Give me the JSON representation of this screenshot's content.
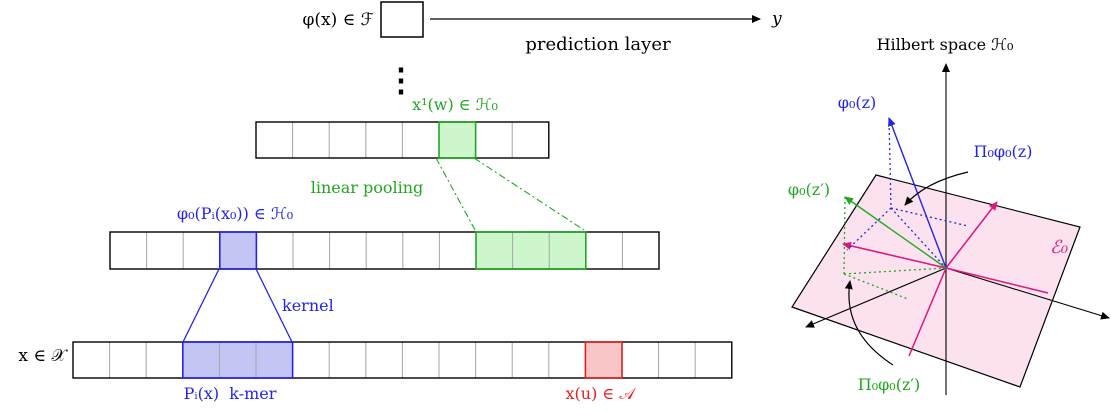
{
  "colors": {
    "black": "#000000",
    "grey": "#a6a6a6",
    "blue": "#2424e6",
    "blue_fill": "#c4c4f5",
    "green": "#22a722",
    "green_fill": "#cdf6cd",
    "red": "#e02020",
    "red_fill": "#f8c6c6",
    "magenta": "#e0157e",
    "plane_fill": "#fbe2ee"
  },
  "top": {
    "feature_label": "φ(x) ∈ ℱ",
    "prediction_label": "prediction layer",
    "output_label": "y",
    "ellipsis": "⋮"
  },
  "level1": {
    "label": "x¹(w) ∈ ℋ₀",
    "cells": 8,
    "highlight_index": 5
  },
  "level0": {
    "label": "φ₀(Pᵢ(x₀)) ∈ ℋ₀",
    "pooling_label": "linear pooling",
    "cells": 15,
    "kernel_cell_index": 3,
    "pooled_start": 10,
    "pooled_count": 3
  },
  "input": {
    "label": "x ∈ 𝒳",
    "kernel_label": "kernel",
    "kmer_label": "Pᵢ(x)  k-mer",
    "char_label": "x(u) ∈ 𝒜",
    "cells": 18,
    "kmer_start": 3,
    "kmer_count": 3,
    "char_index": 14
  },
  "hilbert": {
    "title": "Hilbert space ℋ₀",
    "phi_z": "φ₀(z)",
    "proj_z": "Π₀φ₀(z)",
    "phi_zp": "φ₀(z′)",
    "proj_zp": "Π₀φ₀(z′)",
    "subspace": "ℰ₀"
  }
}
